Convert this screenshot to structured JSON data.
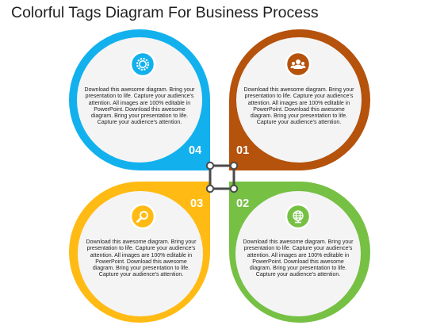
{
  "title": "Colorful Tags Diagram For Business Process",
  "colors": {
    "blue": "#12b1ee",
    "brown": "#b5520c",
    "yellow": "#ffbb14",
    "green": "#76c044",
    "connector": "#4a4a4a",
    "circle_fill": "#f4f4f4"
  },
  "tags": [
    {
      "number": "04",
      "color_key": "blue",
      "icon": "gear-icon",
      "text": "Download this awesome diagram. Bring your presentation to life. Capture your audience's attention. All images are 100% editable in PowerPoint. Download this awesome diagram. Bring your presentation to life. Capture your audience's attention."
    },
    {
      "number": "01",
      "color_key": "brown",
      "icon": "users-icon",
      "text": "Download this awesome diagram. Bring your presentation to life. Capture your audience's attention. All images are 100% editable in PowerPoint. Download this awesome diagram. Bring your presentation to life. Capture your audience's attention."
    },
    {
      "number": "03",
      "color_key": "yellow",
      "icon": "magnifier-icon",
      "text": "Download this awesome diagram. Bring your presentation to life. Capture your audience's attention. All images are 100% editable in PowerPoint. Download this awesome diagram. Bring your presentation to life. Capture your audience's attention."
    },
    {
      "number": "02",
      "color_key": "green",
      "icon": "globe-icon",
      "text": "Download this awesome diagram. Bring your presentation to life. Capture your audience's attention. All images are 100% editable in PowerPoint. Download this awesome diagram. Bring your presentation to life. Capture your audience's attention."
    }
  ]
}
